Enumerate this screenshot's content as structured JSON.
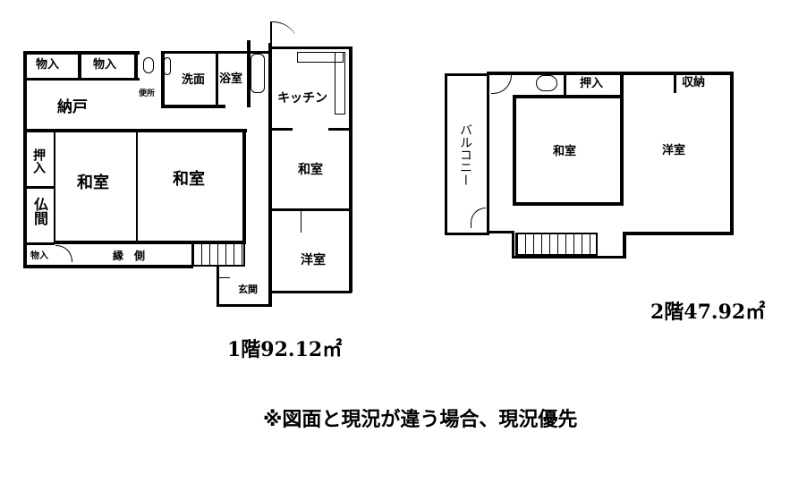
{
  "floor1": {
    "rooms": {
      "storage_a": "物入",
      "storage_b": "物入",
      "toilet": "便所",
      "washroom": "洗面",
      "bathroom": "浴室",
      "kitchen": "キッチン",
      "nando": "納戸",
      "oshiire": "押入",
      "butsuma": "仏間",
      "washitsu_left": "和室",
      "washitsu_center": "和室",
      "washitsu_right": "和室",
      "storage_c": "物入",
      "engawa": "縁　側",
      "genkan": "玄関",
      "yoshitsu": "洋室"
    },
    "area_caption": "1階92.12㎡"
  },
  "floor2": {
    "rooms": {
      "balcony": "バルコニー",
      "oshiire": "押入",
      "washitsu": "和室",
      "storage": "収納",
      "yoshitsu": "洋室"
    },
    "area_caption": "2階47.92㎡"
  },
  "notice": "※図面と現況が違う場合、現況優先"
}
